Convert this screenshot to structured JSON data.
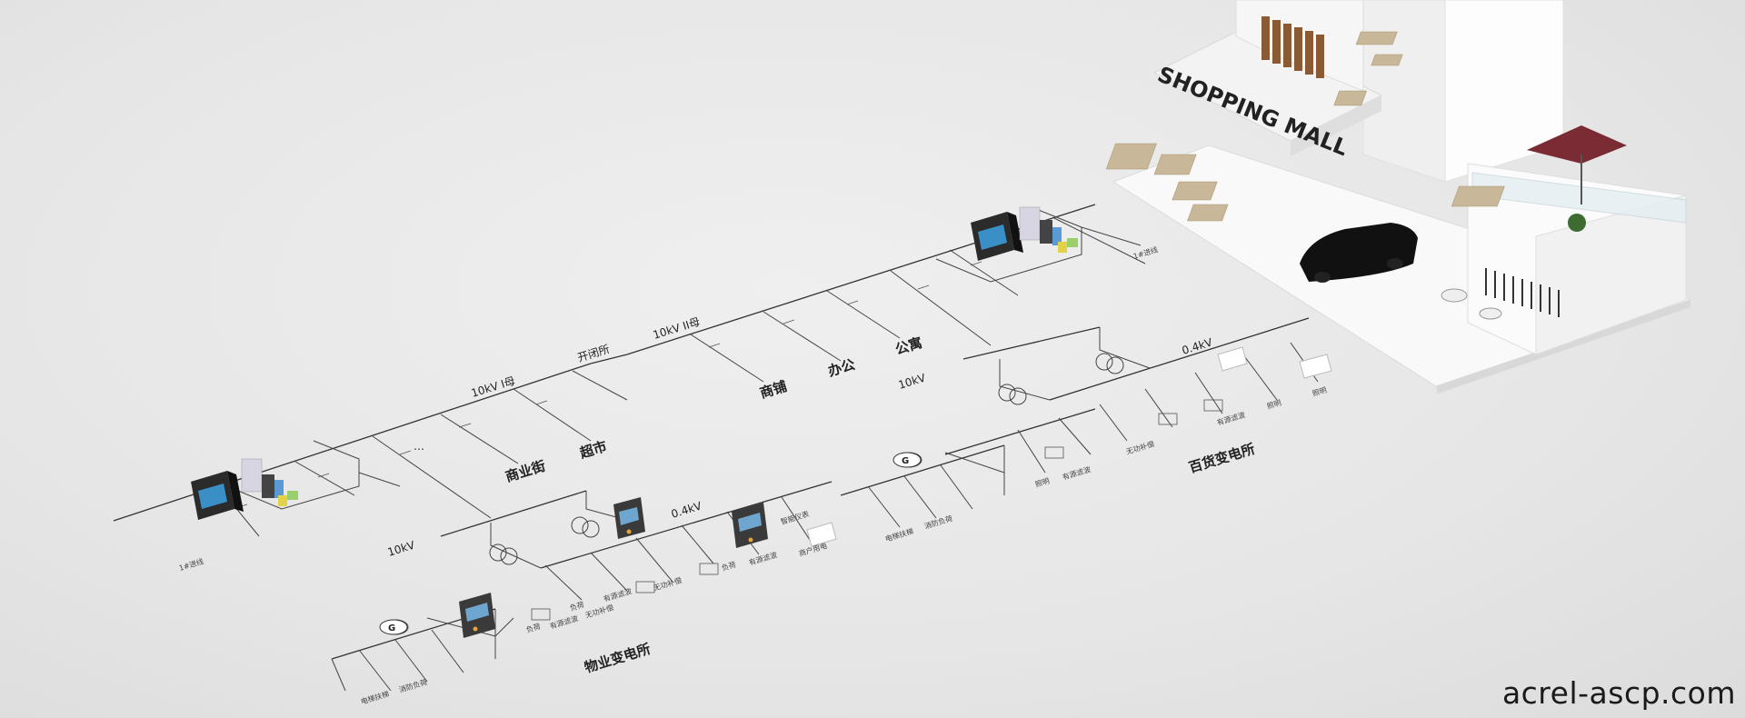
{
  "labels": {
    "kaibisuo": "开闭所",
    "bus_10kv_1": "10kV I母",
    "bus_10kv_2": "10kV II母",
    "shangyejie": "商业街",
    "chaoshi": "超市",
    "shangpu": "商铺",
    "bangong": "办公",
    "gongyu": "公寓",
    "v10kv_a": "10kV",
    "v10kv_b": "10kV",
    "v04kv_a": "0.4kV",
    "v04kv_b": "0.4kV",
    "wuye": "物业变电所",
    "baihuo": "百货变电所",
    "in_line_a": "1#进线",
    "in_line_b": "1#进线",
    "g_a": "G",
    "g_b": "G",
    "ellipsis": "…",
    "mall_sign": "SHOPPING MALL",
    "sub_a": [
      "电梯扶梯",
      "消防负荷"
    ],
    "sub_b": [
      "电梯扶梯",
      "消防负荷"
    ],
    "load_left": [
      "负荷",
      "有源滤波",
      "无功补偿",
      "负荷",
      "有源滤波",
      "商户用电"
    ],
    "load_mid": [
      "照明",
      "有源滤波",
      "无功补偿",
      "有源滤波",
      "照明",
      "照明"
    ],
    "load_bottom": [
      "负荷",
      "有源滤波",
      "无功补偿"
    ],
    "meter_label": "智能仪表"
  },
  "watermark": "acrel-ascp.com",
  "colors": {
    "meter_body": "#2b2b2b",
    "meter_screen": "#3a8fc7",
    "building": "#f7f7f7",
    "car": "#111111",
    "umbrella": "#7a2b33"
  }
}
